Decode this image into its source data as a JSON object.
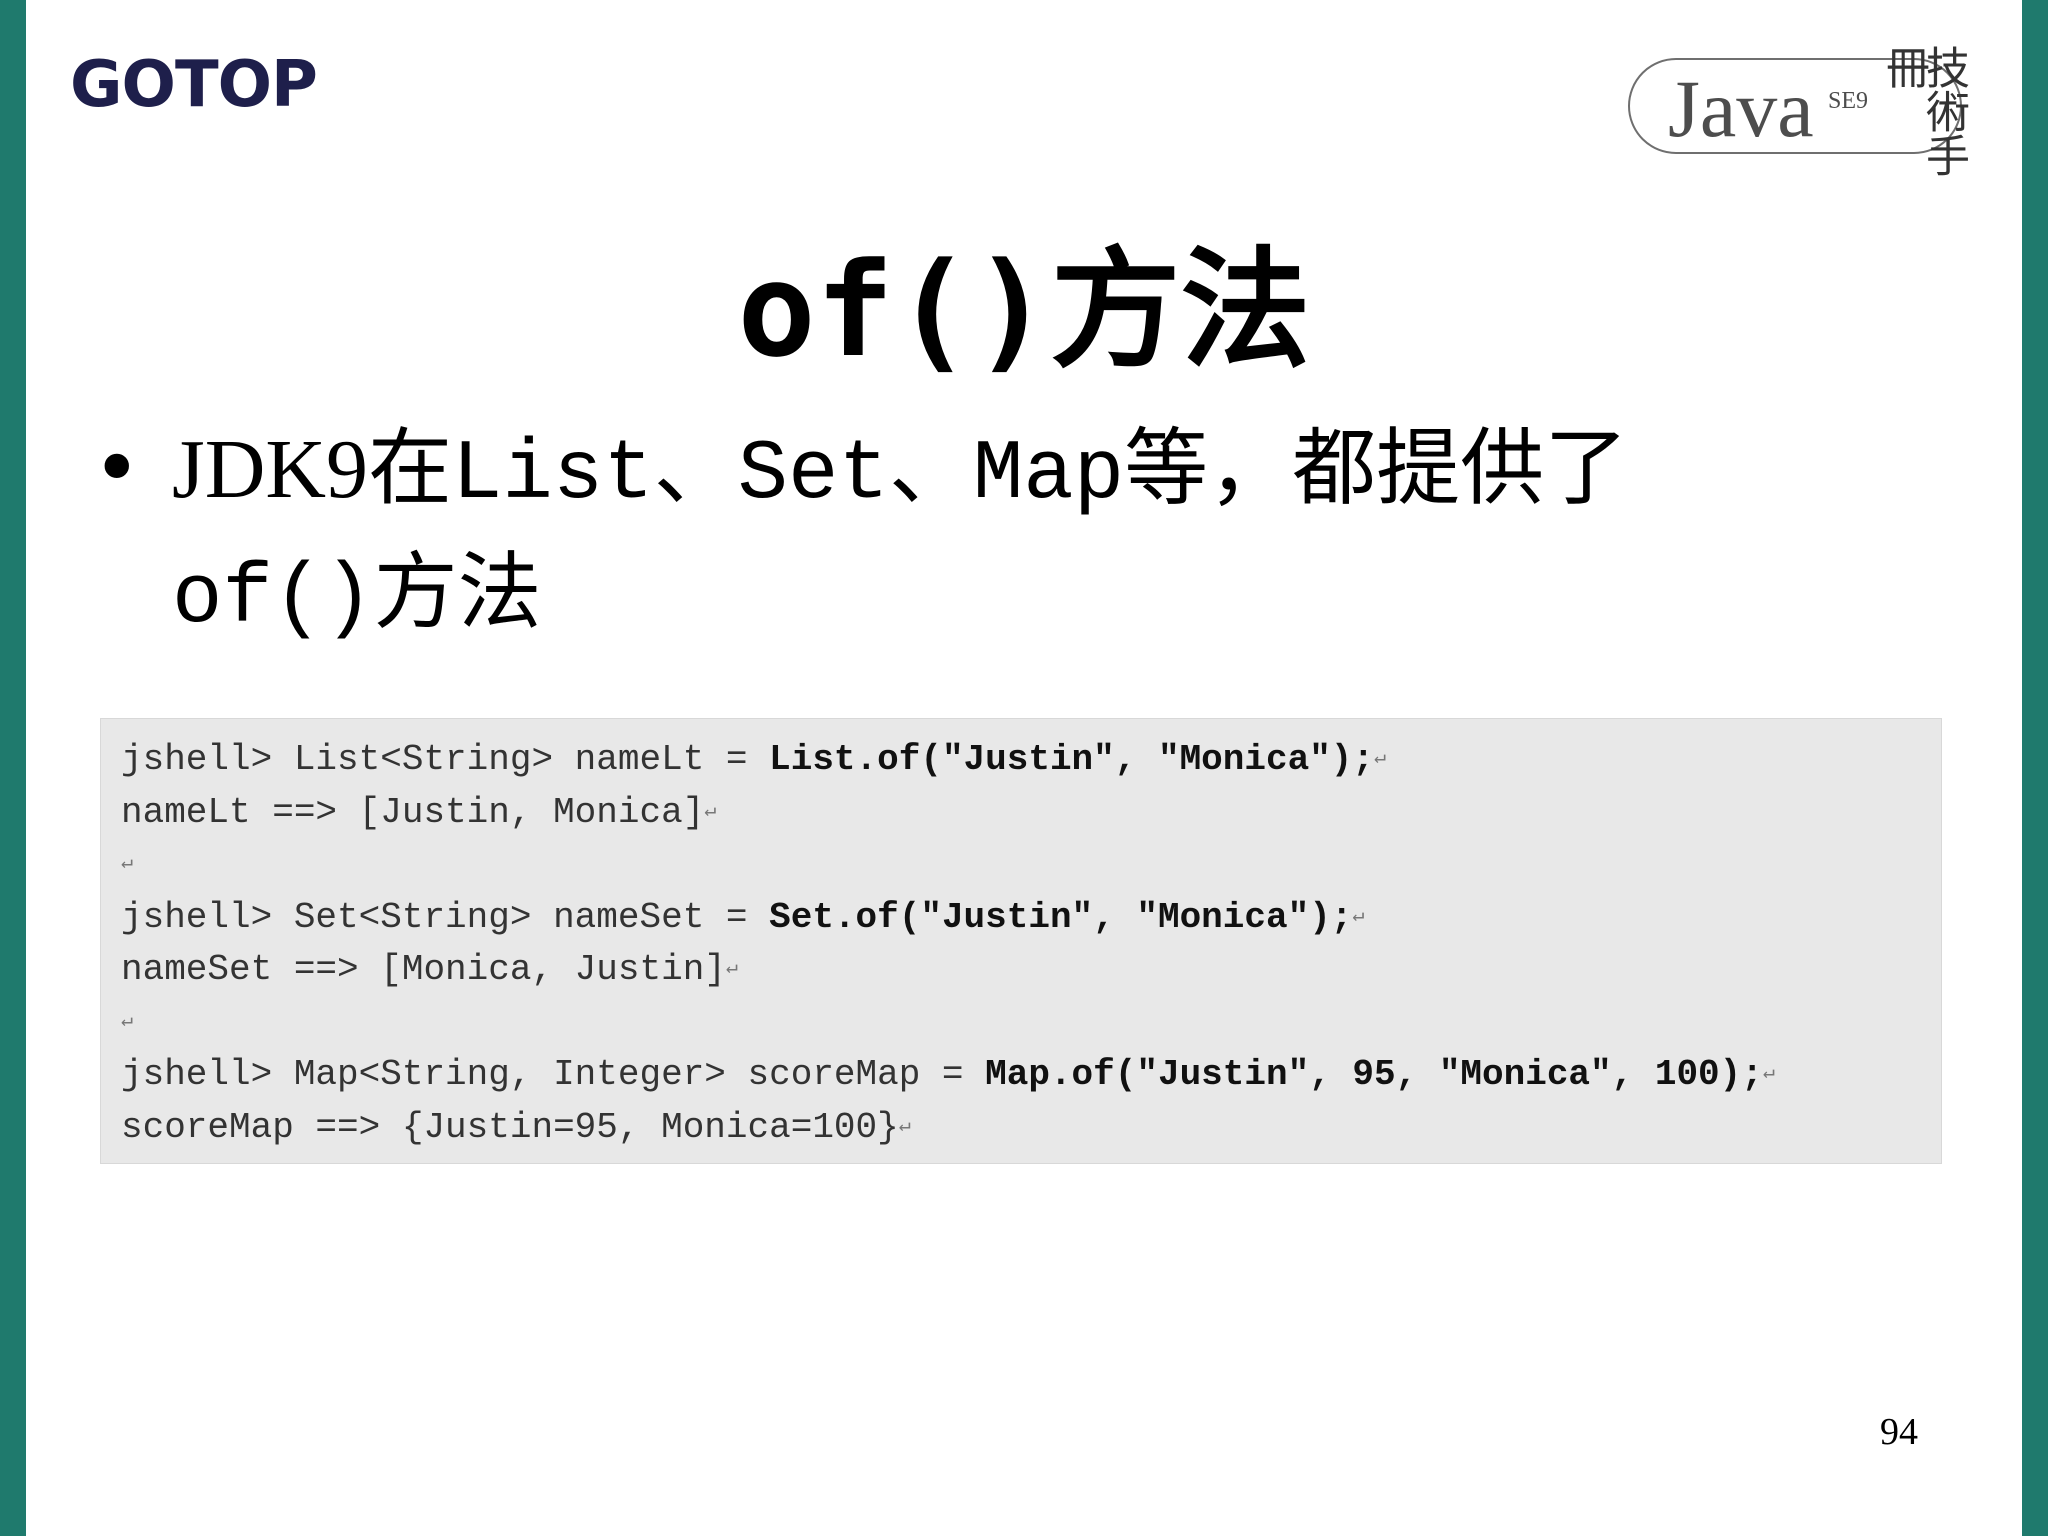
{
  "brand": {
    "logo_text": "GOTOP"
  },
  "java_logo": {
    "word": "Java",
    "edition": "SE9",
    "tagline": "技術手冊"
  },
  "title": {
    "code": "of()",
    "text": "方法"
  },
  "bullet": {
    "seg1": "JDK9在",
    "seg2": "List、Set、Map",
    "seg3": "等，都提供了",
    "seg4": "of()",
    "seg5": "方法"
  },
  "code": {
    "return_mark": "↵",
    "line1_plain": "jshell> List<String> nameLt = ",
    "line1_bold": "List.of(\"Justin\", \"Monica\");",
    "line2": "nameLt ==> [Justin, Monica]",
    "line4_plain": "jshell> Set<String> nameSet = ",
    "line4_bold": "Set.of(\"Justin\", \"Monica\");",
    "line5": "nameSet ==> [Monica, Justin]",
    "line7_plain": "jshell> Map<String, Integer> scoreMap = ",
    "line7_bold": "Map.of(\"Justin\", 95, \"Monica\", 100);",
    "line8": "scoreMap ==> {Justin=95, Monica=100}"
  },
  "page_number": "94",
  "colors": {
    "side_bar": "#1f7a6d",
    "code_bg": "#e8e8e8",
    "logo": "#1e1f4b"
  }
}
